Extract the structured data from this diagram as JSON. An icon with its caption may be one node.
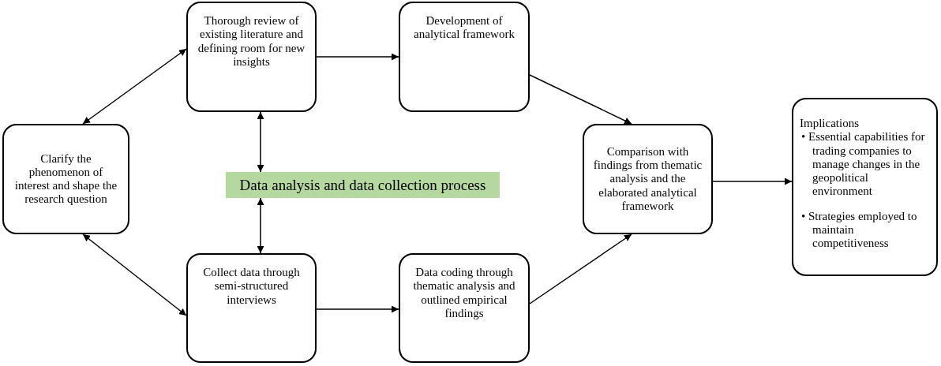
{
  "diagram": {
    "nodes": [
      {
        "text": [
          "Clarify the phenomenon of interest and shape the research question"
        ]
      },
      {
        "text": [
          "Thorough review of existing literature and defining room for new insights"
        ]
      },
      {
        "text": [
          "Development of analytical framework"
        ]
      },
      {
        "text": [
          "Data analysis and data collection process"
        ]
      },
      {
        "text": [
          "Collect data through semi-structured interviews"
        ]
      },
      {
        "text": [
          "Data coding through thematic analysis and outlined empirical findings"
        ]
      },
      {
        "text": [
          "Comparison with findings from thematic analysis and the elaborated analytical framework"
        ]
      },
      {
        "text": [
          "Implications",
          "• Essential capabilities for trading companies to manage changes in the geopolitical environment",
          "• Strategies employed to maintain competitiveness"
        ]
      }
    ],
    "edges": [
      {
        "from": 0,
        "to": 1,
        "arrow": "both"
      },
      {
        "from": 1,
        "to": 2,
        "arrow": "to"
      },
      {
        "from": 2,
        "to": 6,
        "arrow": "to"
      },
      {
        "from": 3,
        "to": 1,
        "arrow": "both"
      },
      {
        "from": 3,
        "to": 4,
        "arrow": "both"
      },
      {
        "from": 0,
        "to": 4,
        "arrow": "both"
      },
      {
        "from": 4,
        "to": 5,
        "arrow": "to"
      },
      {
        "from": 5,
        "to": 6,
        "arrow": "to"
      },
      {
        "from": 6,
        "to": 7,
        "arrow": "to"
      }
    ]
  }
}
